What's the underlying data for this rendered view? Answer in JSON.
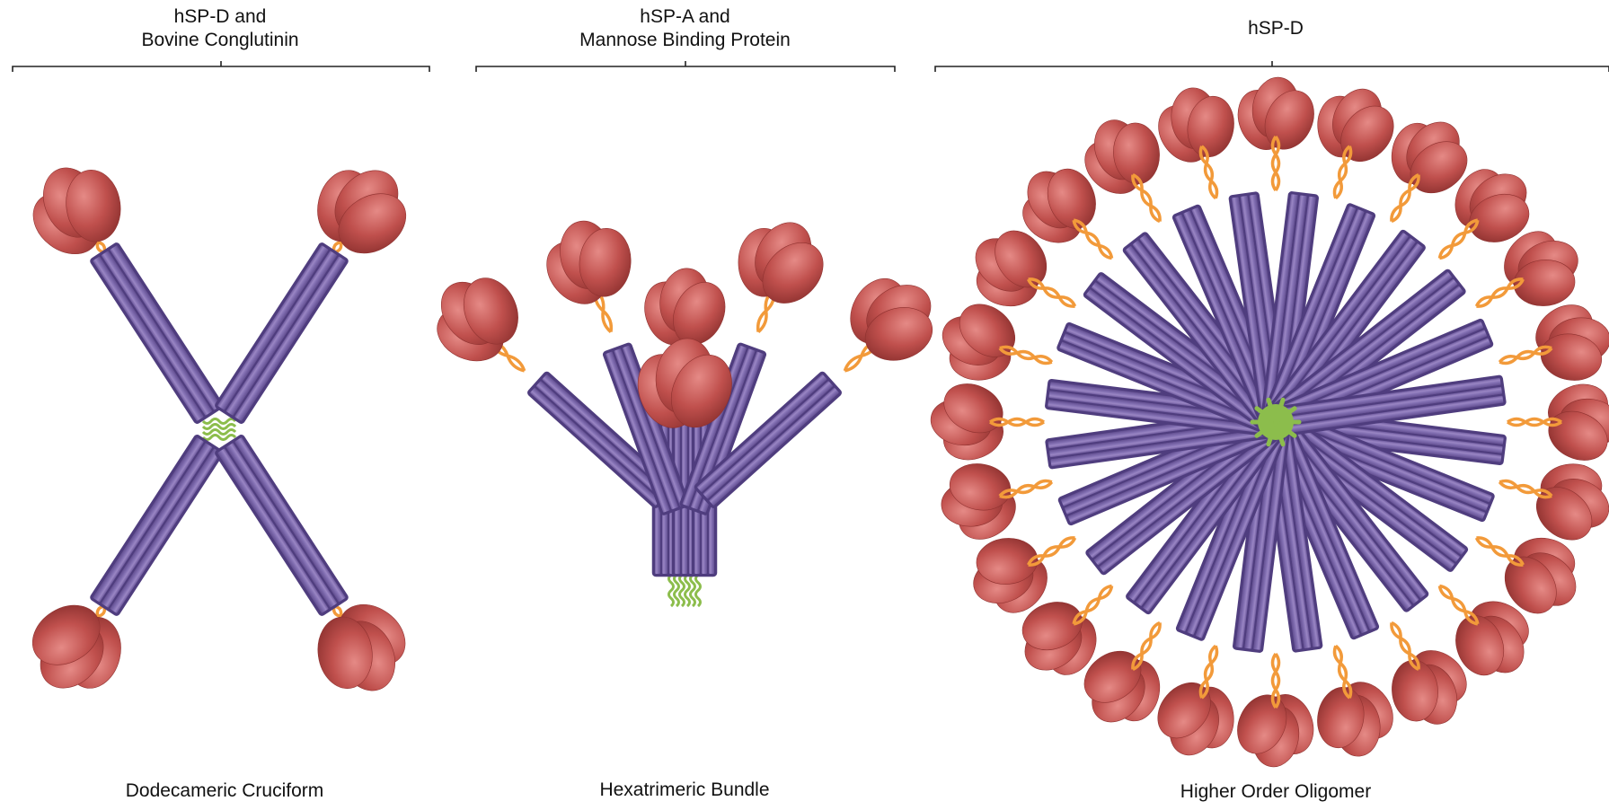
{
  "panels": [
    {
      "header_lines": [
        "hSP-D and",
        "Bovine Conglutinin"
      ],
      "caption": "Dodecameric Cruciform"
    },
    {
      "header_lines": [
        "hSP-A and",
        "Mannose Binding Protein"
      ],
      "caption": "Hexatrimeric Bundle"
    },
    {
      "header_lines": [
        "hSP-D"
      ],
      "caption": "Higher Order Oligomer"
    }
  ],
  "colors": {
    "stalk": "#7a64a8",
    "stalk_edge": "#4f3d7e",
    "head": "#c0504d",
    "head_dark": "#953735",
    "linker": "#f29a3a",
    "tail": "#8cbd4c",
    "bracket": "#222222"
  }
}
